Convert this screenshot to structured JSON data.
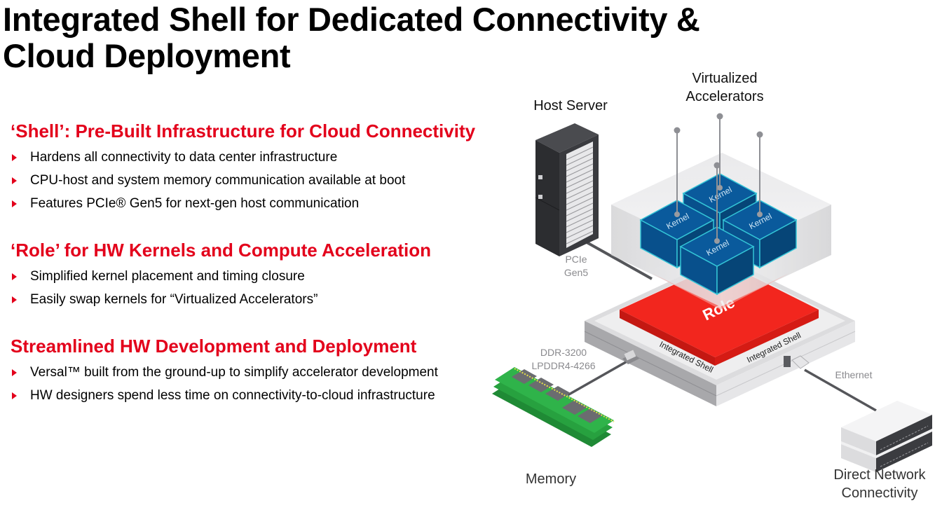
{
  "slide": {
    "title_line1": "Integrated Shell for Dedicated Connectivity &",
    "title_line2": "Cloud Deployment"
  },
  "sections": [
    {
      "heading": "‘Shell’: Pre-Built Infrastructure for Cloud Connectivity",
      "bullets": [
        "Hardens all connectivity to data center infrastructure",
        "CPU-host and system memory communication available at boot",
        "Features PCIe® Gen5 for next-gen host communication"
      ]
    },
    {
      "heading": "‘Role’ for HW Kernels and Compute Acceleration",
      "bullets": [
        "Simplified kernel placement and timing closure",
        "Easily swap kernels for “Virtualized Accelerators”"
      ]
    },
    {
      "heading": "Streamlined HW Development and Deployment",
      "bullets": [
        "Versal™ built from the ground-up to simplify accelerator development",
        "HW designers spend less time on connectivity-to-cloud infrastructure"
      ]
    }
  ],
  "diagram": {
    "host_server_label": "Host Server",
    "virtualized_label_line1": "Virtualized",
    "virtualized_label_line2": "Accelerators",
    "pcie_line1": "PCIe",
    "pcie_line2": "Gen5",
    "kernel_label": "Kernel",
    "role_label": "Role",
    "shell_label": "Integrated Shell",
    "ddr_line1": "DDR-3200",
    "ddr_line2": "LPDDR4-4266",
    "ethernet_label": "Ethernet",
    "memory_label": "Memory",
    "network_line1": "Direct Network",
    "network_line2": "Connectivity"
  },
  "colors": {
    "accent_red": "#e3001b",
    "kernel_blue": "#0a5a9c",
    "kernel_edge": "#33c4d6",
    "role_red": "#f2261e",
    "memory_green": "#2fb34a"
  }
}
